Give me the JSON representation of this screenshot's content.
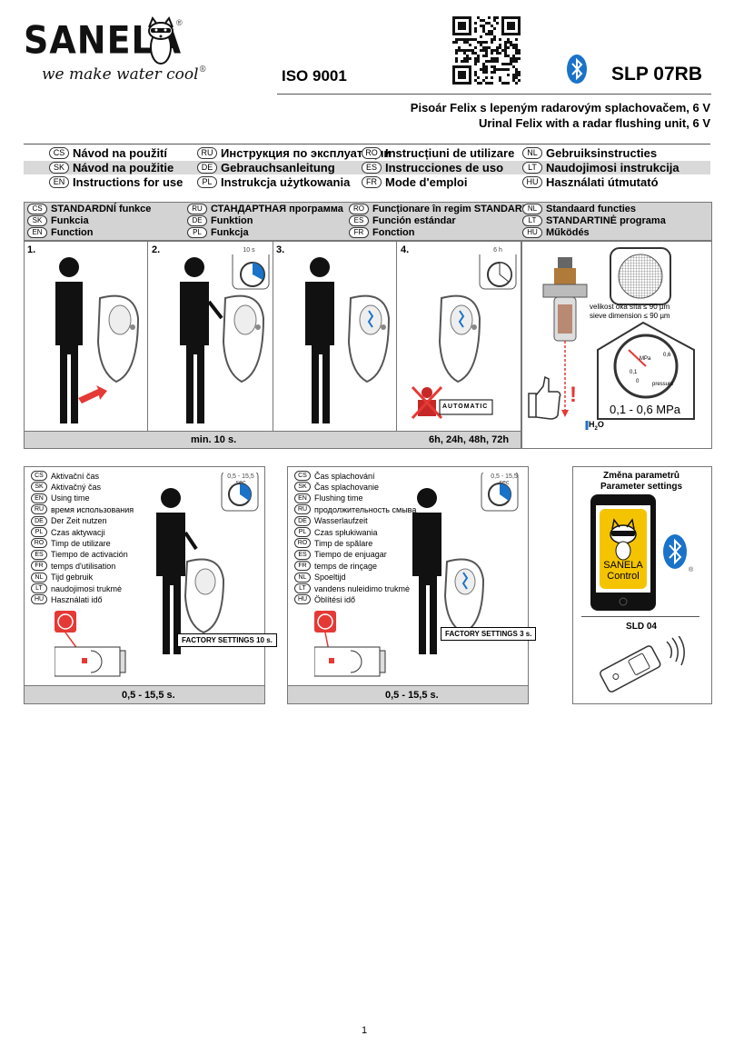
{
  "header": {
    "brand": "SANELA",
    "brand_mark": "®",
    "tagline": "we make water cool",
    "tagline_mark": "®",
    "standard": "ISO 9001",
    "model": "SLP 07RB",
    "subtitle_cs": "Pisoár Felix s lepeným radarovým splachovačem, 6 V",
    "subtitle_en": "Urinal Felix with a radar flushing unit, 6 V"
  },
  "instructions": [
    {
      "code": "CS",
      "text": "Návod na použití"
    },
    {
      "code": "RU",
      "text": "Инструкция по эксплуатации"
    },
    {
      "code": "RO",
      "text": "Instrucțiuni de utilizare"
    },
    {
      "code": "NL",
      "text": "Gebruiksinstructies"
    },
    {
      "code": "SK",
      "text": "Návod na použitie"
    },
    {
      "code": "DE",
      "text": "Gebrauchsanleitung"
    },
    {
      "code": "ES",
      "text": "Instrucciones de uso"
    },
    {
      "code": "LT",
      "text": "Naudojimosi instrukcija"
    },
    {
      "code": "EN",
      "text": "Instructions for use"
    },
    {
      "code": "PL",
      "text": "Instrukcja użytkowania"
    },
    {
      "code": "FR",
      "text": "Mode d'emploi"
    },
    {
      "code": "HU",
      "text": "Használati útmutató"
    }
  ],
  "functions": [
    {
      "code": "CS",
      "text": "STANDARDNÍ funkce"
    },
    {
      "code": "RU",
      "text": "СТАНДАРТНАЯ программа"
    },
    {
      "code": "RO",
      "text": "Funcționare în regim STANDARD"
    },
    {
      "code": "NL",
      "text": "Standaard functies"
    },
    {
      "code": "SK",
      "text": "Funkcia"
    },
    {
      "code": "DE",
      "text": "Funktion"
    },
    {
      "code": "ES",
      "text": "Función estándar"
    },
    {
      "code": "LT",
      "text": "STANDARTINĖ programa"
    },
    {
      "code": "EN",
      "text": "Function"
    },
    {
      "code": "PL",
      "text": "Funkcja"
    },
    {
      "code": "FR",
      "text": "Fonction"
    },
    {
      "code": "HU",
      "text": "Működés"
    }
  ],
  "steps": [
    {
      "num": "1."
    },
    {
      "num": "2.",
      "timer": "10 s"
    },
    {
      "num": "3."
    },
    {
      "num": "4.",
      "timer": "6 h"
    }
  ],
  "step_bar": {
    "step2": "min. 10 s.",
    "step4": "6h, 24h, 48h, 72h"
  },
  "automatic_label": "AUTOMATIC",
  "water": {
    "sieve_cs": "velikost oka síta ≤ 90 µm",
    "sieve_en": "sieve dimension ≤ 90 µm",
    "gauge_unit": "MPa",
    "gauge_min": "0",
    "gauge_max": "0,6",
    "gauge_mid": "0,1",
    "gauge_pressure": "pressure",
    "pressure_range": "0,1 - 0,6 MPa",
    "h2o": "H",
    "h2o_sub": "2",
    "h2o_end": "O",
    "warning": "!"
  },
  "activation_box": {
    "timer": "0,5 - 15,5",
    "timer_unit": "sec",
    "items": [
      {
        "code": "CS",
        "text": "Aktivační čas"
      },
      {
        "code": "SK",
        "text": "Aktivačný čas"
      },
      {
        "code": "EN",
        "text": "Using time"
      },
      {
        "code": "RU",
        "text": "время использования"
      },
      {
        "code": "DE",
        "text": "Der Zeit nutzen"
      },
      {
        "code": "PL",
        "text": "Czas aktywacji"
      },
      {
        "code": "RO",
        "text": "Timp de utilizare"
      },
      {
        "code": "ES",
        "text": "Tiempo de activación"
      },
      {
        "code": "FR",
        "text": "temps d'utilisation"
      },
      {
        "code": "NL",
        "text": "Tijd gebruik"
      },
      {
        "code": "LT",
        "text": "naudojimosi trukmė"
      },
      {
        "code": "HU",
        "text": "Használati idő"
      }
    ],
    "factory": "FACTORY SETTINGS 10 s.",
    "bar": "0,5 - 15,5 s."
  },
  "flush_box": {
    "timer": "0,5 - 15,5",
    "timer_unit": "sec",
    "items": [
      {
        "code": "CS",
        "text": "Čas splachování"
      },
      {
        "code": "SK",
        "text": "Čas splachovanie"
      },
      {
        "code": "EN",
        "text": "Flushing time"
      },
      {
        "code": "RU",
        "text": "продолжительность смыва"
      },
      {
        "code": "DE",
        "text": "Wasserlaufzeit"
      },
      {
        "code": "PL",
        "text": "Czas spłukiwania"
      },
      {
        "code": "RO",
        "text": "Timp de spălare"
      },
      {
        "code": "ES",
        "text": "Tiempo de enjuagar"
      },
      {
        "code": "FR",
        "text": "temps de rinçage"
      },
      {
        "code": "NL",
        "text": "Spoeltijd"
      },
      {
        "code": "LT",
        "text": "vandens nuleidimo trukmė"
      },
      {
        "code": "HU",
        "text": "Öblítési idő"
      }
    ],
    "factory": "FACTORY SETTINGS 3 s.",
    "bar": "0,5 - 15,5 s."
  },
  "param_box": {
    "title_cs": "Změna parametrů",
    "title_en": "Parameter settings",
    "app_line1": "SANELA",
    "app_line2": "Control",
    "remote": "SLD 04",
    "bt_mark": "®"
  },
  "page_number": "1",
  "colors": {
    "accent_blue": "#1a73c9",
    "warning_red": "#e53935",
    "gray_bar": "#d3d3d3",
    "app_yellow": "#f5c400"
  },
  "icons": [
    "qr-code-icon",
    "bluetooth-icon",
    "raccoon-icon",
    "timer-icon",
    "thumbs-up-icon",
    "pressure-gauge-icon",
    "smartphone-icon",
    "remote-control-icon",
    "man-figure-icon",
    "urinal-icon"
  ]
}
